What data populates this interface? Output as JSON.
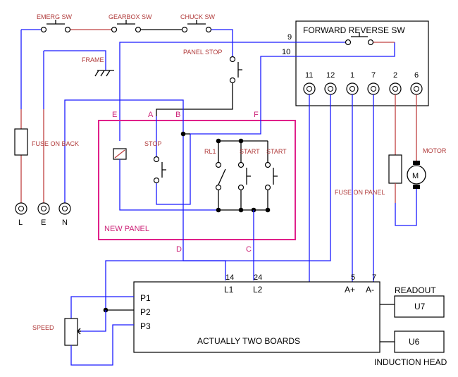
{
  "switches": {
    "emerg": "EMERG SW",
    "gearbox": "GEARBOX SW",
    "chuck": "CHUCK SW",
    "panel_stop": "PANEL STOP",
    "stop": "STOP",
    "rl1": "RL1",
    "start1": "START",
    "start2": "START"
  },
  "frame": "FRAME",
  "fuse_on_back": "FUSE ON BACK",
  "fuse_on_panel": "FUSE ON PANEL",
  "motor": "MOTOR",
  "motor_symbol": "M",
  "mains": {
    "l": "L",
    "e": "E",
    "n": "N"
  },
  "fr_box": {
    "title": "FORWARD REVERSE SW",
    "wire9": "9",
    "wire10": "10",
    "terminals": [
      "11",
      "12",
      "1",
      "7",
      "2",
      "6"
    ]
  },
  "new_panel": {
    "title": "NEW PANEL",
    "points": {
      "e": "E",
      "a": "A",
      "b": "B",
      "f": "F",
      "d": "D",
      "c": "C"
    }
  },
  "boards": {
    "title": "ACTUALLY TWO BOARDS",
    "n14": "14",
    "n24": "24",
    "n5": "5",
    "n7": "7",
    "l1": "L1",
    "l2": "L2",
    "aplus": "A+",
    "aminus": "A-",
    "p1": "P1",
    "p2": "P2",
    "p3": "P3"
  },
  "speed": "SPEED",
  "readout": {
    "label": "READOUT",
    "box": "U7"
  },
  "induction": {
    "label": "INDUCTION HEAD",
    "box": "U6"
  }
}
